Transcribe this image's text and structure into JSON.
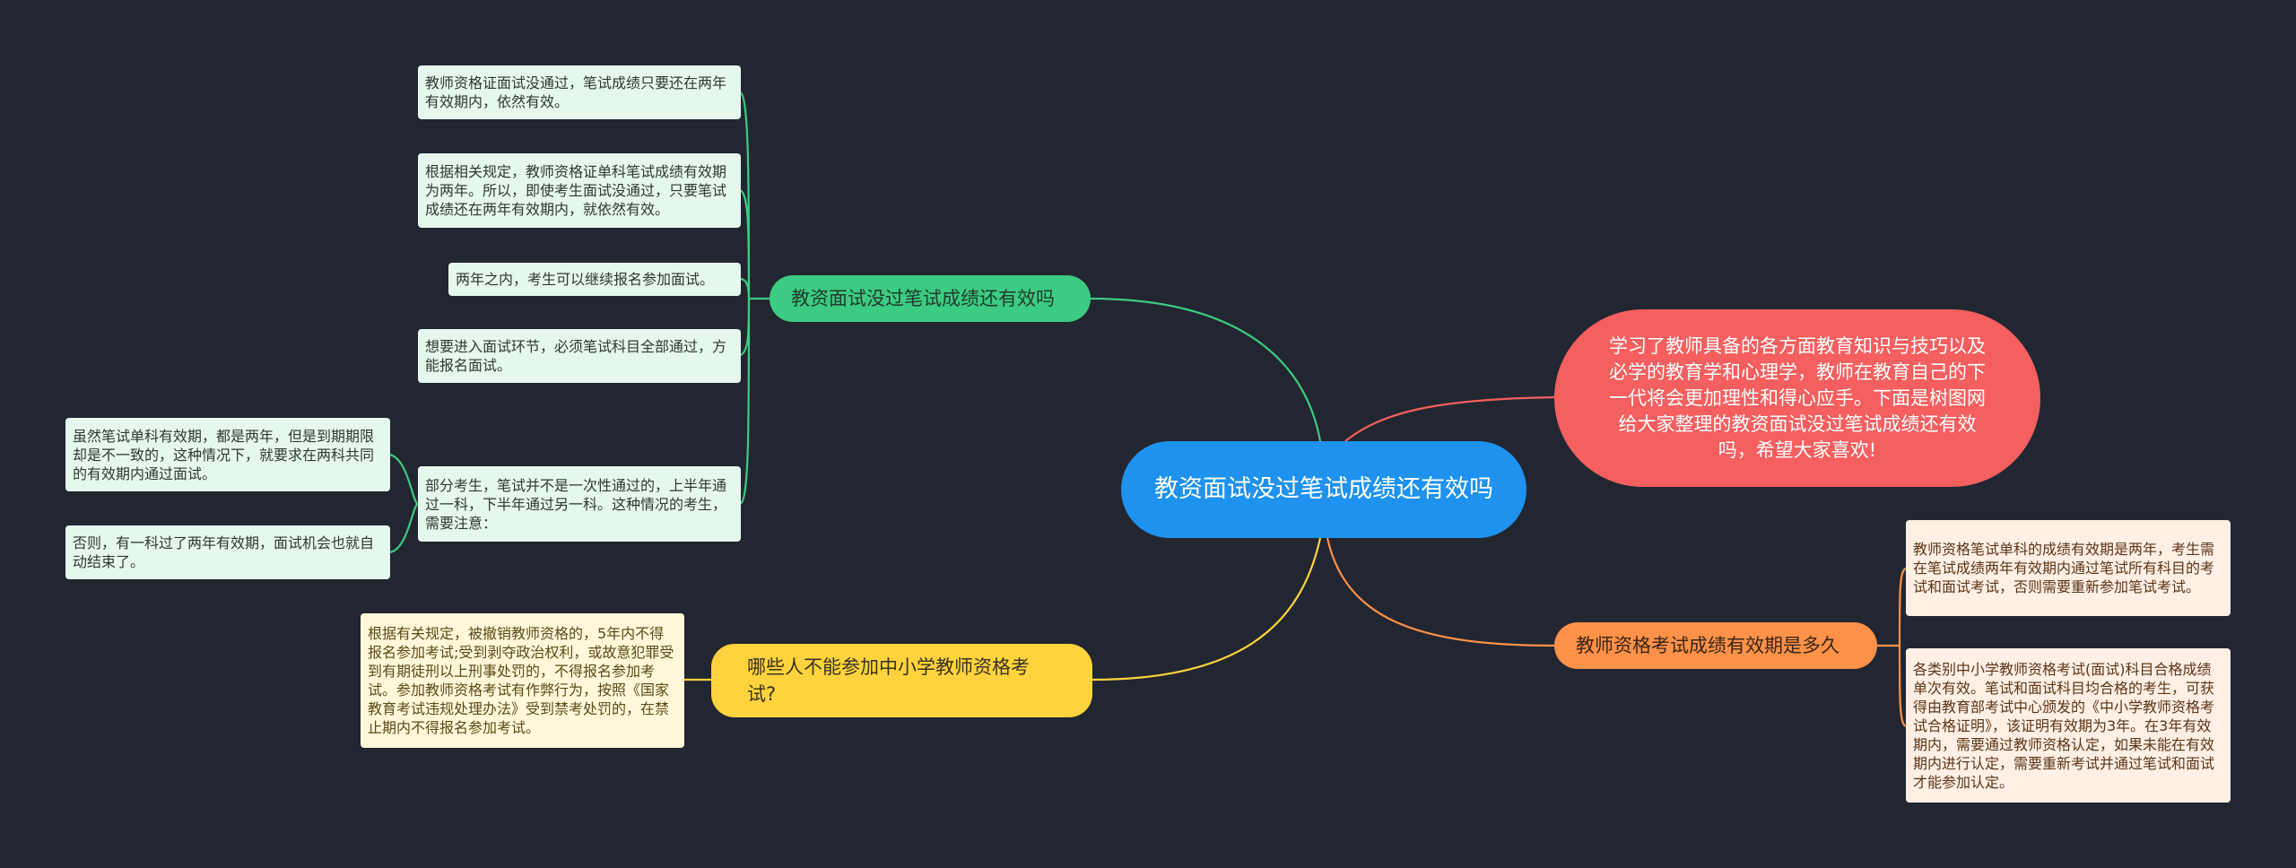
{
  "colors": {
    "background": "#222631",
    "center": "#1E92EE",
    "green": "#3CCB82",
    "yellow": "#FFD33D",
    "orange": "#FF9148",
    "red": "#F55F5F"
  },
  "center": {
    "text": "教资面试没过笔试成绩还有效吗"
  },
  "intro": {
    "text": "学习了教师具备的各方面教育知识与技巧以及必学的教育学和心理学，教师在教育自己的下一代将会更加理性和得心应手。下面是树图网给大家整理的教资面试没过笔试成绩还有效吗，希望大家喜欢!"
  },
  "branch_green": {
    "title": "教资面试没过笔试成绩还有效吗",
    "leaves": [
      "教师资格证面试没通过，笔试成绩只要还在两年有效期内，依然有效。",
      "根据相关规定，教师资格证单科笔试成绩有效期为两年。所以，即使考生面试没通过，只要笔试成绩还在两年有效期内，就依然有效。",
      "两年之内，考生可以继续报名参加面试。",
      "想要进入面试环节，必须笔试科目全部通过，方能报名面试。",
      "部分考生，笔试并不是一次性通过的，上半年通过一科，下半年通过另一科。这种情况的考生，需要注意："
    ],
    "sub_leaves": [
      "虽然笔试单科有效期，都是两年，但是到期期限却是不一致的，这种情况下，就要求在两科共同的有效期内通过面试。",
      "否则，有一科过了两年有效期，面试机会也就自动结束了。"
    ]
  },
  "branch_yellow": {
    "title": "哪些人不能参加中小学教师资格考试?",
    "leaf": "根据有关规定，被撤销教师资格的，5年内不得报名参加考试;受到剥夺政治权利，或故意犯罪受到有期徒刑以上刑事处罚的，不得报名参加考试。参加教师资格考试有作弊行为，按照《国家教育考试违规处理办法》受到禁考处罚的，在禁止期内不得报名参加考试。"
  },
  "branch_orange": {
    "title": "教师资格考试成绩有效期是多久",
    "leaves": [
      "教师资格笔试单科的成绩有效期是两年，考生需在笔试成绩两年有效期内通过笔试所有科目的考试和面试考试，否则需要重新参加笔试考试。",
      "各类别中小学教师资格考试(面试)科目合格成绩单次有效。笔试和面试科目均合格的考生，可获得由教育部考试中心颁发的《中小学教师资格考试合格证明》，该证明有效期为3年。在3年有效期内，需要通过教师资格认定，如果未能在有效期内进行认定，需要重新考试并通过笔试和面试才能参加认定。"
    ]
  }
}
